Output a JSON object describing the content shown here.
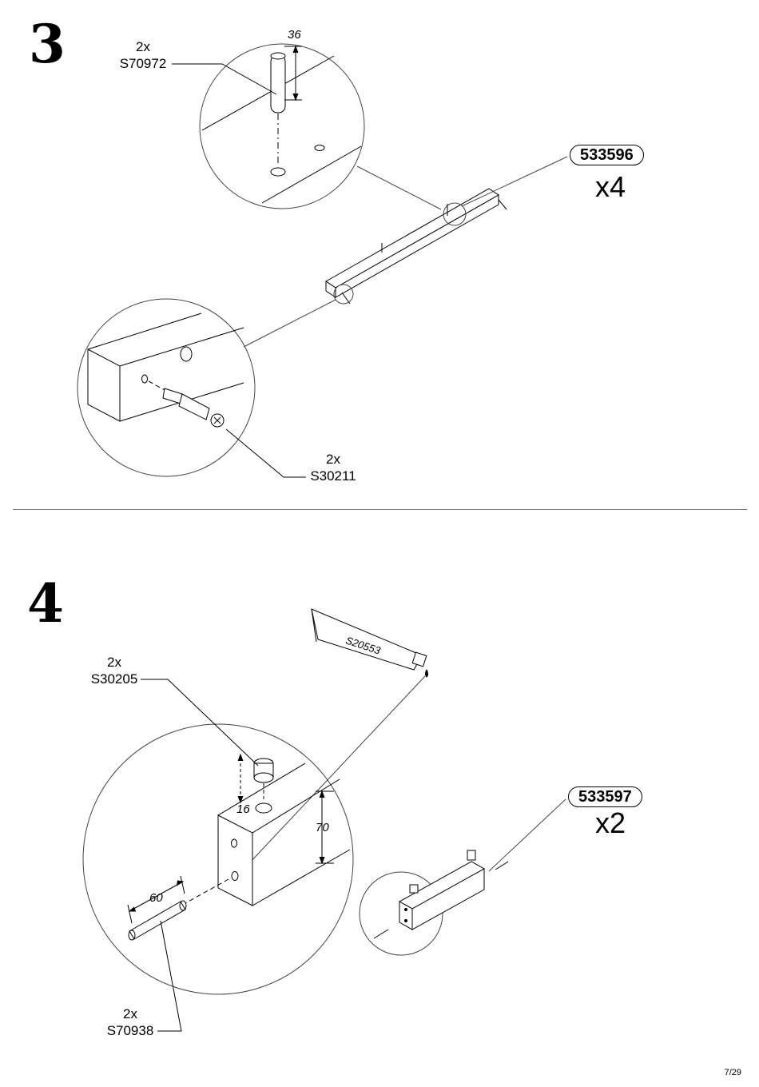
{
  "steps": [
    {
      "number": "3",
      "hardware": [
        {
          "qty": "2x",
          "code": "S70972",
          "dimension": "36"
        },
        {
          "qty": "2x",
          "code": "S30211"
        }
      ],
      "part": {
        "code": "533596",
        "quantity": "x4"
      }
    },
    {
      "number": "4",
      "glue": {
        "code": "S20553"
      },
      "hardware": [
        {
          "qty": "2x",
          "code": "S30205",
          "dimensions": [
            "16",
            "70"
          ]
        },
        {
          "qty": "2x",
          "code": "S70938",
          "dimension": "60"
        }
      ],
      "part": {
        "code": "533597",
        "quantity": "x2"
      }
    }
  ],
  "page_number": "7/29"
}
